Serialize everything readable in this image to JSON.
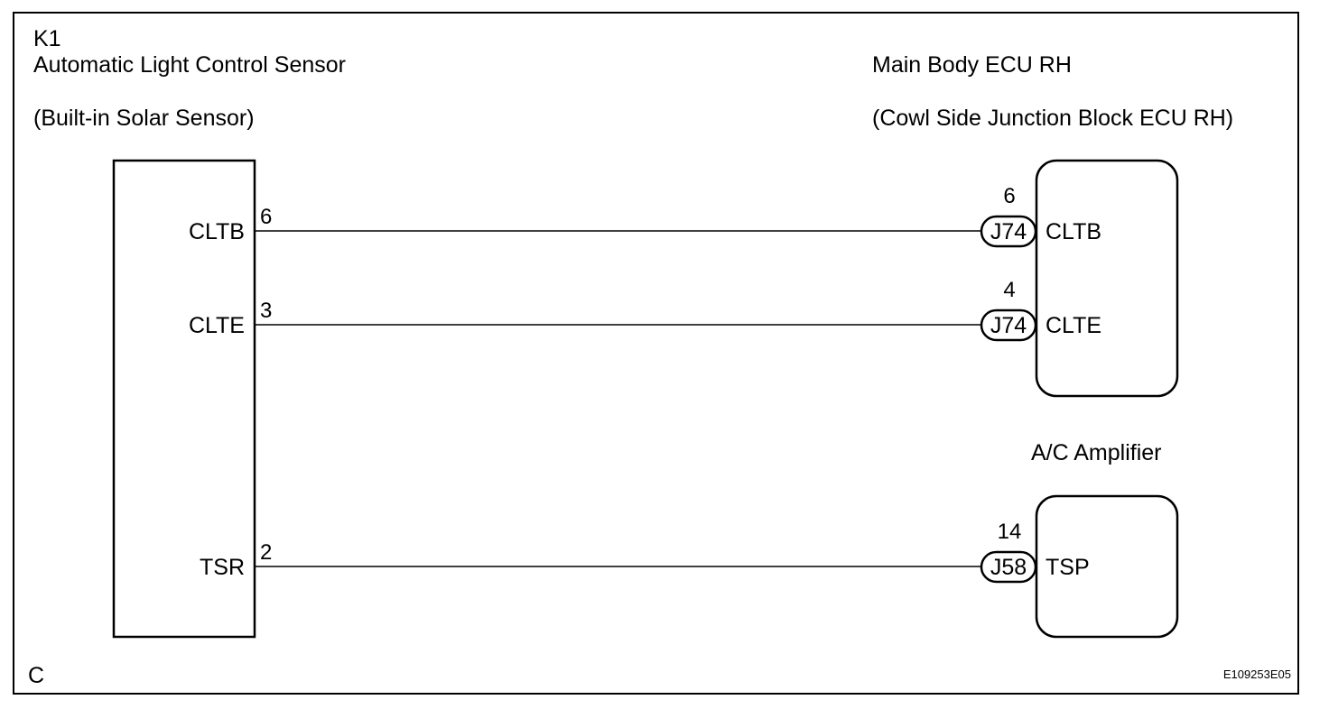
{
  "diagram": {
    "corner_top_left": "K1",
    "corner_bottom_left": "C",
    "figure_code": "E109253E05"
  },
  "sensor": {
    "name": "Automatic Light Control Sensor",
    "subtitle": "(Built-in Solar Sensor)",
    "pins": [
      {
        "terminal": "CLTB",
        "pin": "6"
      },
      {
        "terminal": "CLTE",
        "pin": "3"
      },
      {
        "terminal": "TSR",
        "pin": "2"
      }
    ]
  },
  "ecu": {
    "name": "Main Body ECU RH",
    "subtitle": "(Cowl Side Junction Block ECU RH)",
    "pins": [
      {
        "terminal": "CLTB",
        "pin": "6",
        "connector": "J74"
      },
      {
        "terminal": "CLTE",
        "pin": "4",
        "connector": "J74"
      }
    ]
  },
  "amplifier": {
    "name": "A/C Amplifier",
    "pins": [
      {
        "terminal": "TSP",
        "pin": "14",
        "connector": "J58"
      }
    ]
  }
}
